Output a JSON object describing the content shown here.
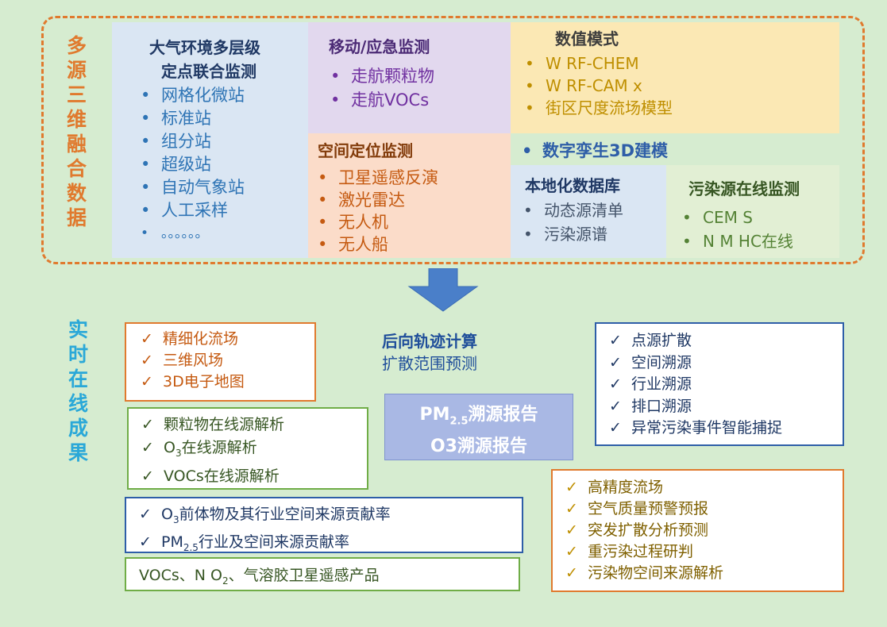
{
  "top_label": [
    "多",
    "源",
    "三",
    "维",
    "融",
    "合",
    "数",
    "据"
  ],
  "bottom_label": [
    "实",
    "时",
    "在",
    "线",
    "成",
    "果"
  ],
  "panels": {
    "multilayer": {
      "title_line1": "大气环境多层级",
      "title_line2": "定点联合监测",
      "items": [
        "网格化微站",
        "标准站",
        "组分站",
        "超级站",
        "自动气象站",
        "人工采样",
        "。。。。。。"
      ]
    },
    "mobile": {
      "title": "移动/应急监测",
      "items": [
        "走航颗粒物",
        "走航VOCs"
      ]
    },
    "numerical": {
      "title": "数值模式",
      "items": [
        "W RF-CHEM",
        "W RF-CAM x",
        "街区尺度流场模型"
      ]
    },
    "digital_twin": {
      "item": "数字孪生3D建模"
    },
    "spatial": {
      "title": "空间定位监测",
      "items": [
        "卫星遥感反演",
        "激光雷达",
        "无人机",
        "无人船"
      ]
    },
    "local_db": {
      "title": "本地化数据库",
      "items": [
        "动态源清单",
        "污染源谱"
      ]
    },
    "pollution_online": {
      "title": "污染源在线监测",
      "items": [
        "CEM S",
        "N M HC在线"
      ]
    }
  },
  "results": {
    "flow_box": {
      "items": [
        "精细化流场",
        "三维风场",
        "3D电子地图"
      ]
    },
    "particle_box": {
      "items": [
        "颗粒物在线源解析",
        "在线源解析",
        "VOCs在线源解析"
      ],
      "o3_prefix": "O",
      "o3_sub": "3"
    },
    "backtrack_text": {
      "line1": "后向轨迹计算",
      "line2": "扩散范围预测"
    },
    "report_box": {
      "pm": "PM",
      "pm_sub": "2.5",
      "line1_suffix": "溯源报告",
      "line2": "O3溯源报告"
    },
    "trace_box": {
      "items": [
        "点源扩散",
        "空间溯源",
        "行业溯源",
        "排口溯源",
        "异常污染事件智能捕捉"
      ]
    },
    "contribution_box": {
      "line1_prefix": "O",
      "line1_sub": "3",
      "line1_rest": "前体物及其行业空间来源贡献率",
      "line2_prefix": "PM",
      "line2_sub": "2.5",
      "line2_rest": "行业及空间来源贡献率"
    },
    "satellite_box": {
      "prefix": "VOCs、N O",
      "sub": "2",
      "rest": "、气溶胶卫星遥感产品"
    },
    "forecast_box": {
      "items": [
        "高精度流场",
        "空气质量预警预报",
        "突发扩散分析预测",
        "重污染过程研判",
        "污染物空间来源解析"
      ]
    },
    "check_mark": "✓"
  },
  "colors": {
    "background": "#d6ecd0",
    "orange": "#e07a2e",
    "blue_label": "#2aa8d8",
    "dark_blue": "#1f3864",
    "panel_blue": "#dae6f3",
    "panel_purple": "#e2d8ee",
    "panel_yellow": "#fbe8b4",
    "panel_peach": "#fbdcc9",
    "panel_green": "#e2efd4",
    "arrow": "#4a7fc9",
    "report_fill": "#a9b8e4"
  }
}
